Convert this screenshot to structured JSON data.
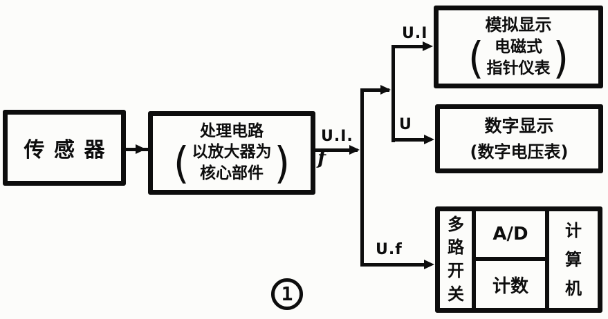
{
  "figure": {
    "background": "#fcfcfa",
    "ink": "#0d0d0d",
    "figure_number": "1",
    "parens": {
      "open": "(",
      "close": ")"
    },
    "nodes": {
      "sensor": {
        "label": "传感器"
      },
      "processing": {
        "title": "处理电路",
        "paren_line1": "以放大器为",
        "paren_line2": "核心部件"
      },
      "analog_display": {
        "title": "模拟显示",
        "paren_line1": "电磁式",
        "paren_line2": "指针仪表"
      },
      "digital_display": {
        "title": "数字显示",
        "subtitle": "(数字电压表)"
      },
      "acquisition": {
        "multiplexer": "多路开关",
        "adc": "A/D",
        "counter": "计数",
        "computer": "计算机"
      }
    },
    "edge_labels": {
      "processing_output_top": "U.I.",
      "processing_output_bottom": "f",
      "to_analog": "U.I",
      "to_digital": "U",
      "to_acquisition": "U.f"
    }
  }
}
